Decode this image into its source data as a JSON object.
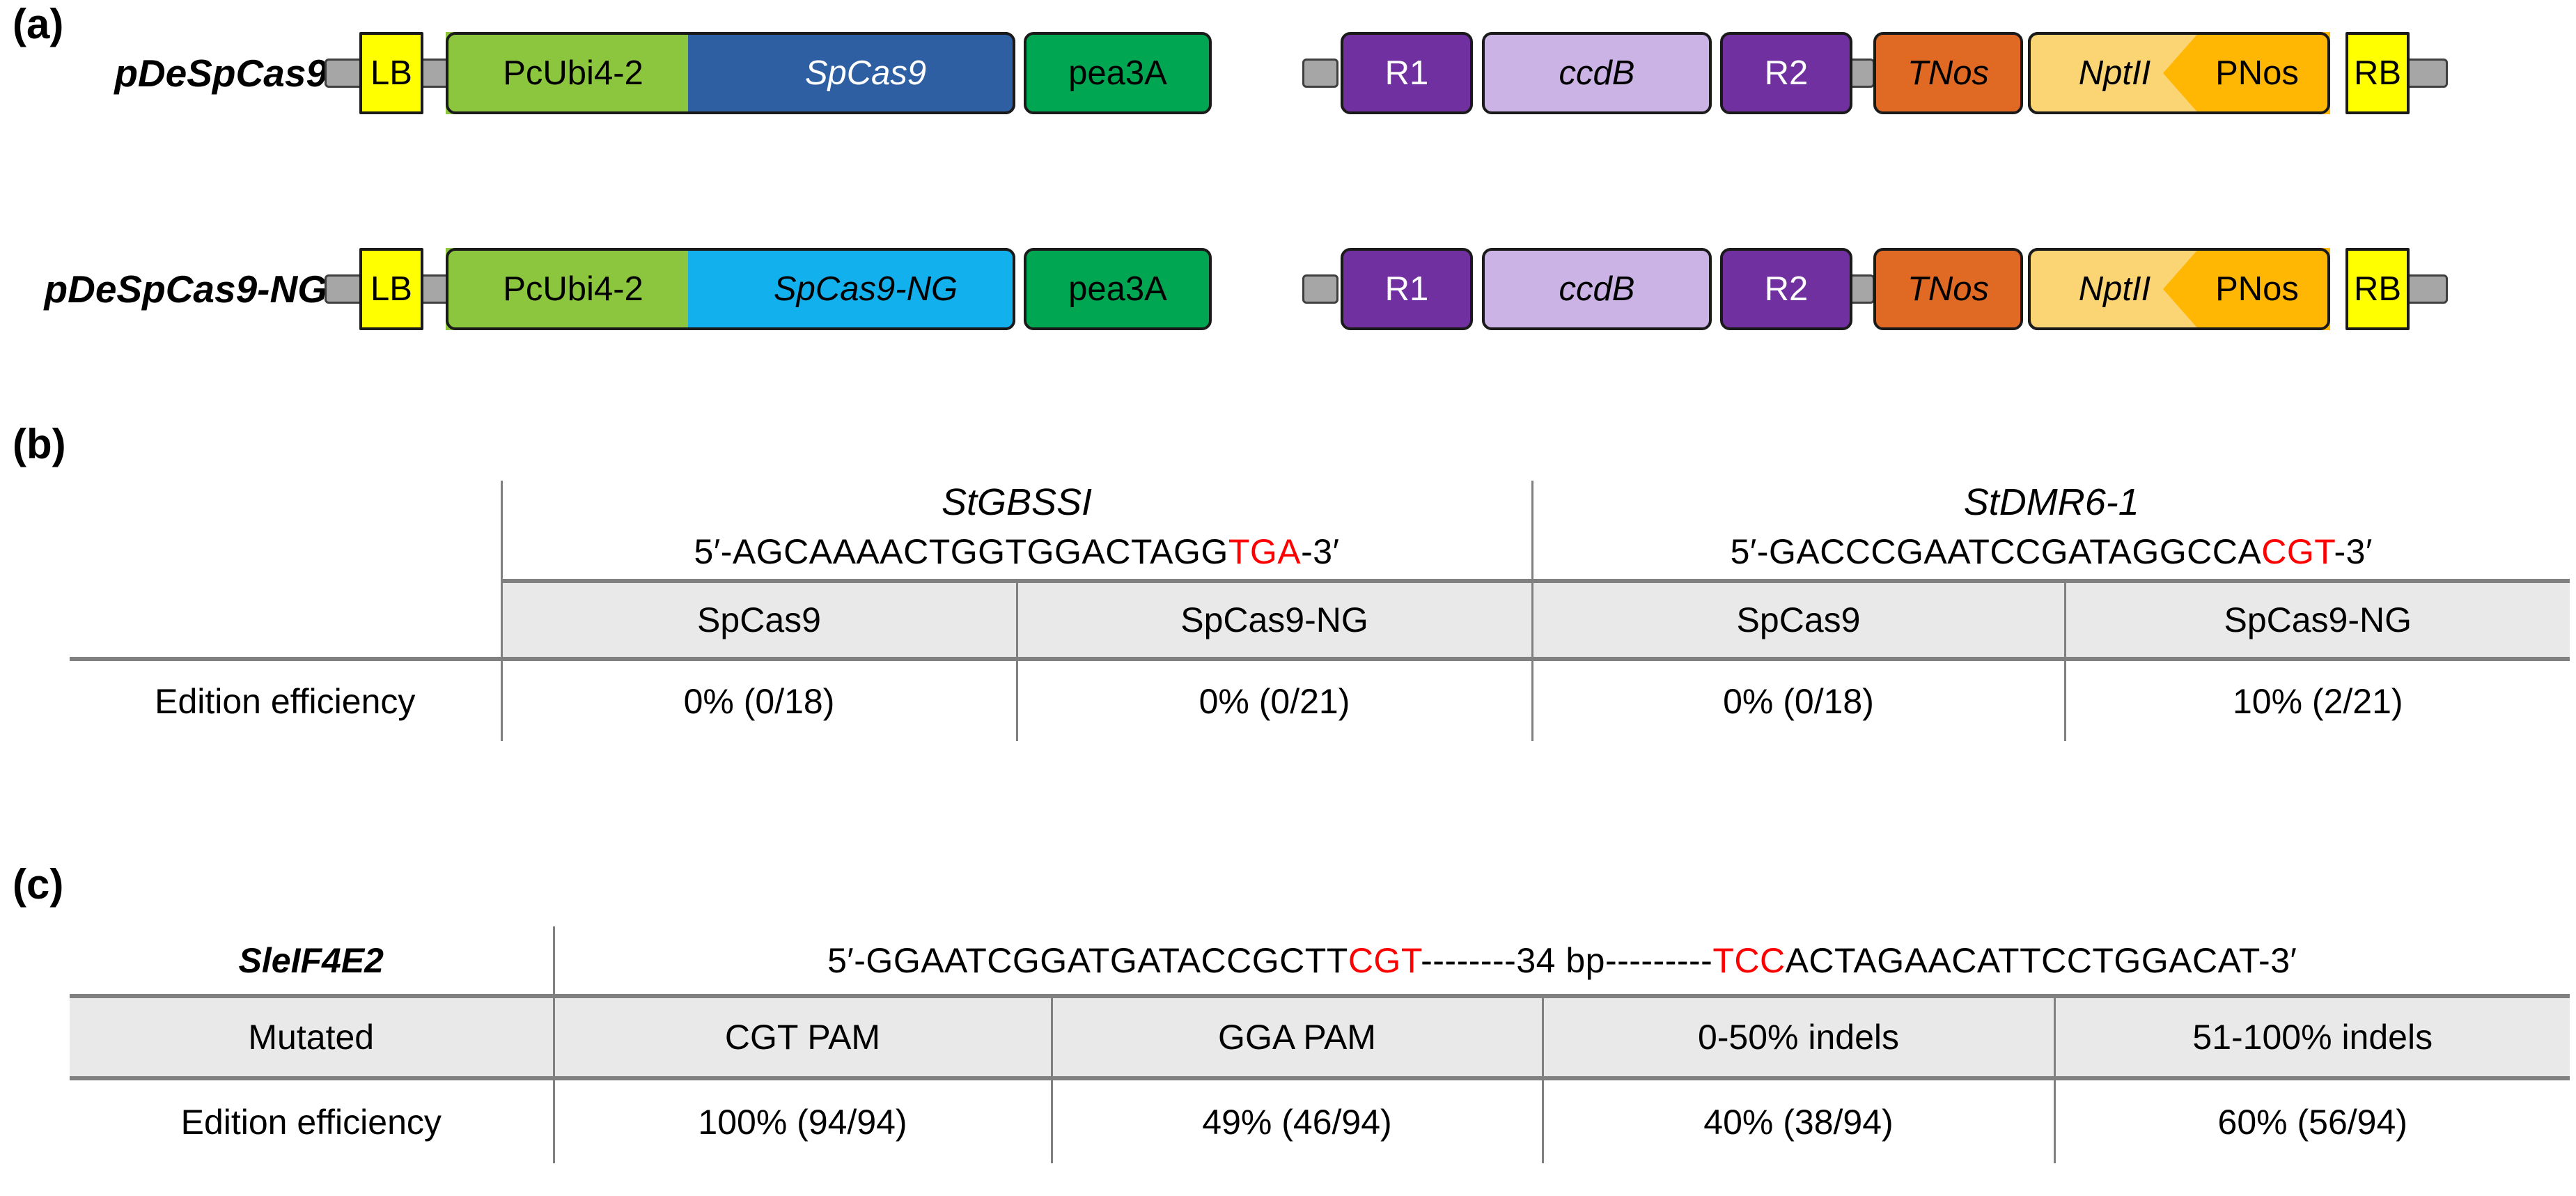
{
  "figure": {
    "panels": {
      "a_label": "(a)",
      "b_label": "(b)",
      "c_label": "(c)"
    }
  },
  "panel_a": {
    "constructs": [
      {
        "name": "pDeSpCas9",
        "elements": [
          {
            "label": "LB",
            "color": "#ffff00",
            "text_color": "#000000",
            "shape": "box",
            "italic": false
          },
          {
            "label": "PcUbi4-2",
            "color": "#8cc63e",
            "text_color": "#000000",
            "shape": "arrow-right",
            "italic": false
          },
          {
            "label": "SpCas9",
            "color": "#2e5fa3",
            "text_color": "#ffffff",
            "shape": "box",
            "italic": true
          },
          {
            "label": "pea3A",
            "color": "#00a651",
            "text_color": "#000000",
            "shape": "box",
            "italic": false
          },
          {
            "label": "R1",
            "color": "#7030a0",
            "text_color": "#ffffff",
            "shape": "box",
            "italic": false
          },
          {
            "label": "ccdB",
            "color": "#ccb3e6",
            "text_color": "#000000",
            "shape": "box",
            "italic": true
          },
          {
            "label": "R2",
            "color": "#7030a0",
            "text_color": "#ffffff",
            "shape": "box",
            "italic": false
          },
          {
            "label": "TNos",
            "color": "#e06a24",
            "text_color": "#000000",
            "shape": "box",
            "italic": true
          },
          {
            "label": "NptII",
            "color": "#fbd473",
            "text_color": "#000000",
            "shape": "box",
            "italic": true
          },
          {
            "label": "PNos",
            "color": "#ffb703",
            "text_color": "#000000",
            "shape": "arrow-left",
            "italic": false
          },
          {
            "label": "RB",
            "color": "#ffff00",
            "text_color": "#000000",
            "shape": "box",
            "italic": false
          }
        ]
      },
      {
        "name": "pDeSpCas9-NG",
        "elements": [
          {
            "label": "LB",
            "color": "#ffff00",
            "text_color": "#000000",
            "shape": "box",
            "italic": false
          },
          {
            "label": "PcUbi4-2",
            "color": "#8cc63e",
            "text_color": "#000000",
            "shape": "arrow-right",
            "italic": false
          },
          {
            "label": "SpCas9-NG",
            "color": "#12b0ec",
            "text_color": "#000000",
            "shape": "box",
            "italic": true
          },
          {
            "label": "pea3A",
            "color": "#00a651",
            "text_color": "#000000",
            "shape": "box",
            "italic": false
          },
          {
            "label": "R1",
            "color": "#7030a0",
            "text_color": "#ffffff",
            "shape": "box",
            "italic": false
          },
          {
            "label": "ccdB",
            "color": "#ccb3e6",
            "text_color": "#000000",
            "shape": "box",
            "italic": true
          },
          {
            "label": "R2",
            "color": "#7030a0",
            "text_color": "#ffffff",
            "shape": "box",
            "italic": false
          },
          {
            "label": "TNos",
            "color": "#e06a24",
            "text_color": "#000000",
            "shape": "box",
            "italic": true
          },
          {
            "label": "NptII",
            "color": "#fbd473",
            "text_color": "#000000",
            "shape": "box",
            "italic": true
          },
          {
            "label": "PNos",
            "color": "#ffb703",
            "text_color": "#000000",
            "shape": "arrow-left",
            "italic": false
          },
          {
            "label": "RB",
            "color": "#ffff00",
            "text_color": "#000000",
            "shape": "box",
            "italic": false
          }
        ]
      }
    ]
  },
  "panel_b": {
    "genes": [
      {
        "name": "StGBSSI",
        "sequence_prefix": "5′-AGCAAAACTGGTGGACTAGG",
        "sequence_pam": "TGA",
        "sequence_suffix": "-3′"
      },
      {
        "name": "StDMR6-1",
        "sequence_prefix": "5′-GACCCGAATCCGATAGGCCA",
        "sequence_pam": "CGT",
        "sequence_suffix": "-3′"
      }
    ],
    "nuclease_headers": [
      "SpCas9",
      "SpCas9-NG",
      "SpCas9",
      "SpCas9-NG"
    ],
    "row_label": "Edition efficiency",
    "values": [
      "0% (0/18)",
      "0% (0/21)",
      "0% (0/18)",
      "10% (2/21)"
    ]
  },
  "panel_c": {
    "gene_name": "SleIF4E2",
    "sequence": {
      "prefix": "5′-GGAATCGGATGATACCGCTT",
      "pam1": "CGT",
      "spacer": "--------34 bp---------",
      "pam2": "TCC",
      "suffix": "ACTAGAACATTCCTGGACAT-3′"
    },
    "headers": [
      "Mutated",
      "CGT PAM",
      "GGA PAM",
      "0-50% indels",
      "51-100% indels"
    ],
    "row_label": "Edition efficiency",
    "values": [
      "100% (94/94)",
      "49% (46/94)",
      "40% (38/94)",
      "60% (56/94)"
    ]
  },
  "colors": {
    "pam_red": "#ff0000",
    "header_shade": "#e9e9e9",
    "rule_gray": "#808080"
  }
}
